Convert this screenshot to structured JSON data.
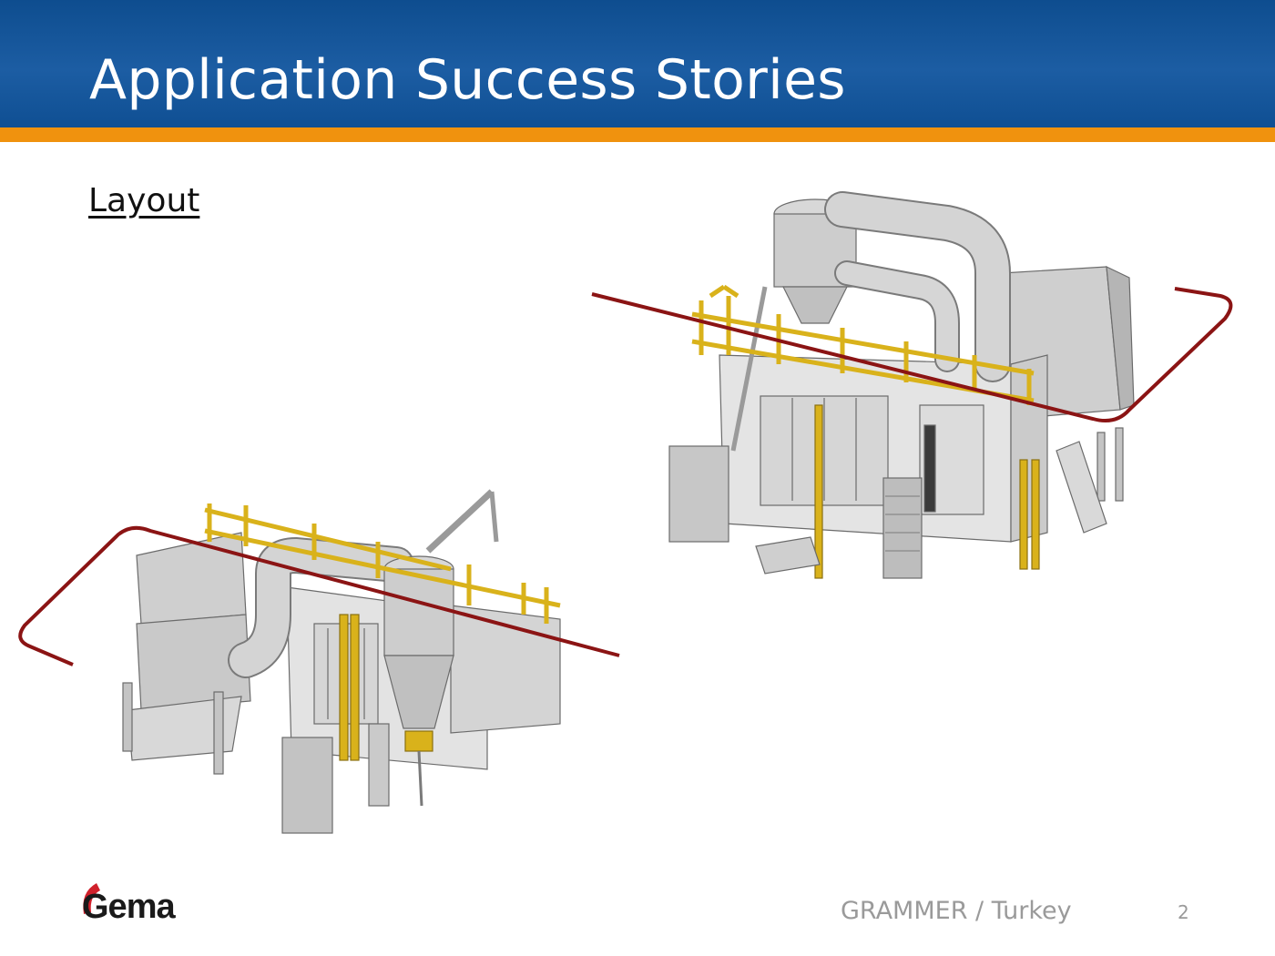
{
  "slide": {
    "title": "Application Success Stories",
    "section_label": "Layout"
  },
  "figures": [
    {
      "name": "booth-layout-rear-view",
      "icon": "powder-booth-illustration"
    },
    {
      "name": "booth-layout-front-view",
      "icon": "powder-booth-illustration"
    }
  ],
  "footer": {
    "logo_text": "Gema",
    "caption": "GRAMMER / Turkey",
    "page_number": "2"
  },
  "colors": {
    "header_blue": "#1c5da3",
    "accent_orange": "#f0920e",
    "conveyor_red": "#8b1414",
    "railing_yellow": "#d9b21b",
    "logo_red": "#d0202b"
  }
}
